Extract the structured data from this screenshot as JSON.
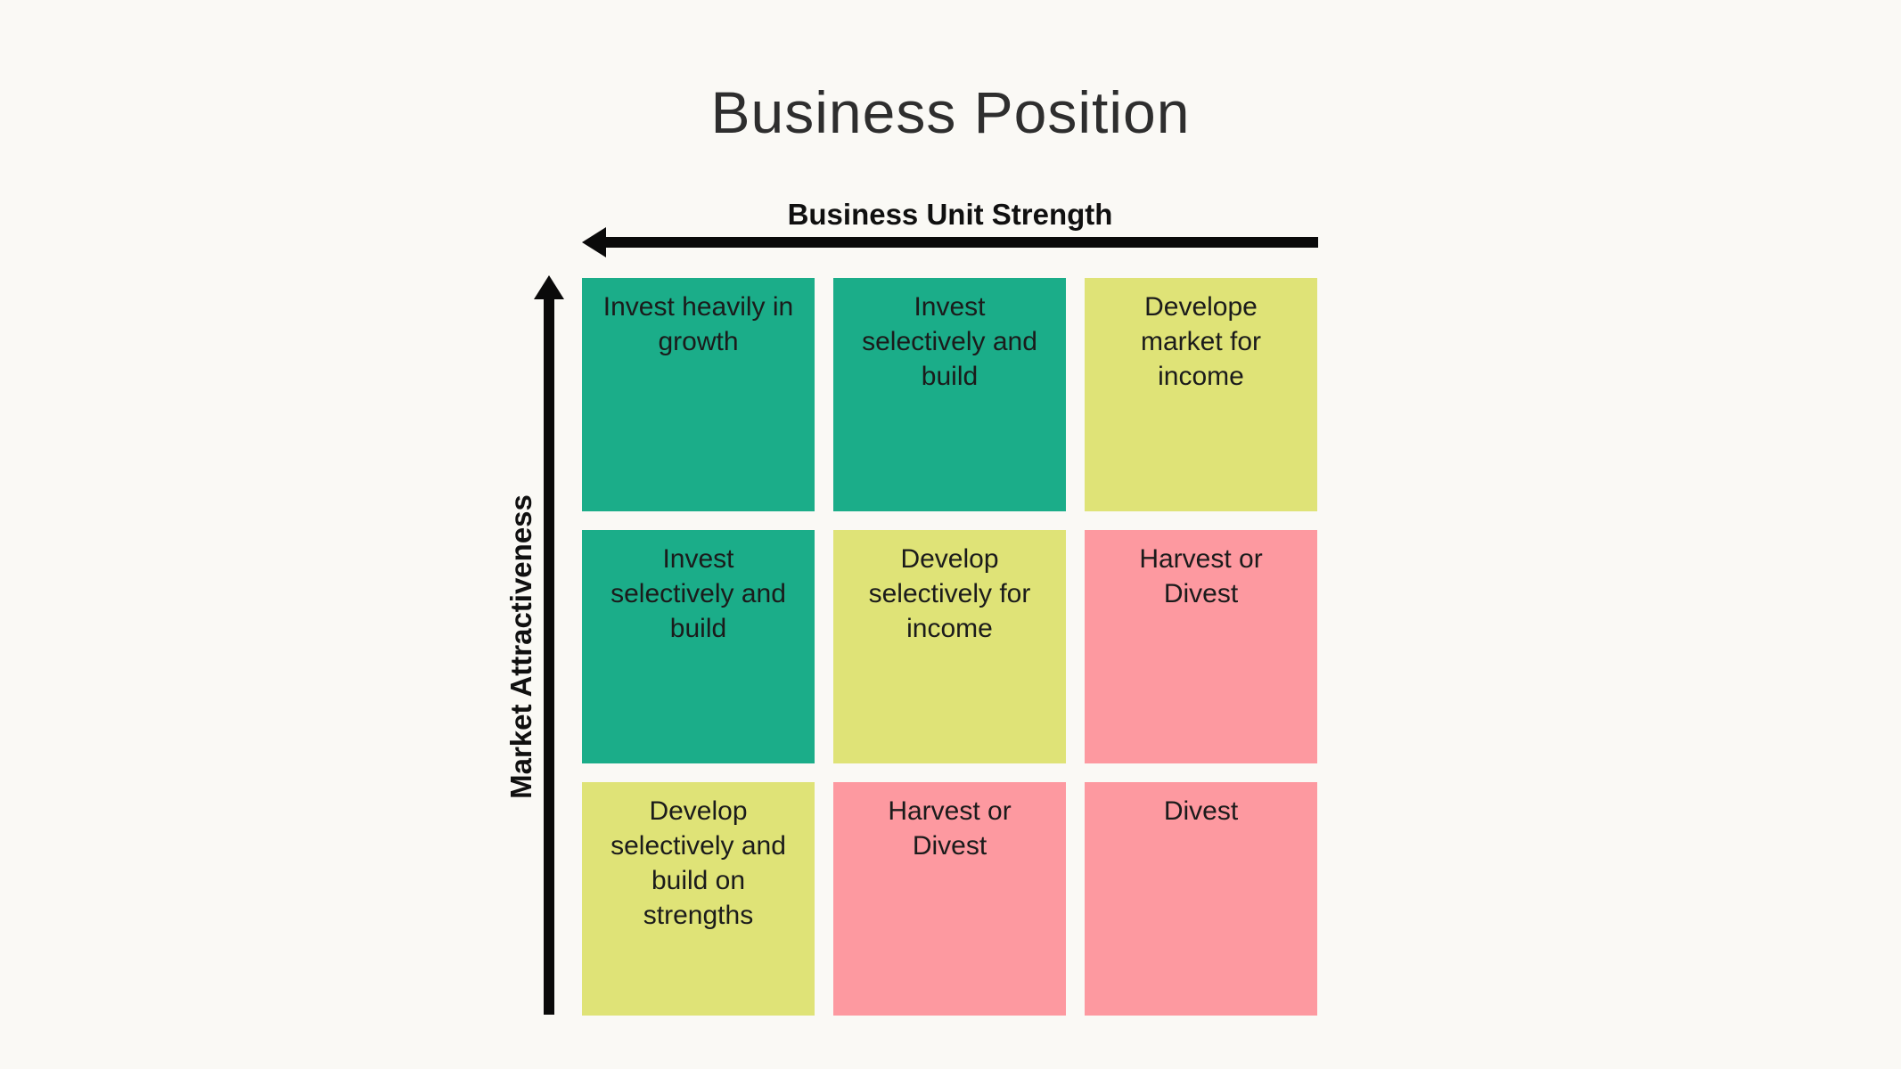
{
  "title": "Business Position",
  "axes": {
    "x_label": "Business Unit Strength",
    "x_arrow_direction": "left",
    "y_label": "Market Attractiveness",
    "y_arrow_direction": "up"
  },
  "colors": {
    "background": "#FAF9F5",
    "green": "#1BAD89",
    "yellow": "#DFE377",
    "pink": "#FD99A0",
    "arrow": "#0A0A0A",
    "title_text": "#2E2E2E",
    "cell_text": "#1B1B1B"
  },
  "matrix": {
    "type": "nine-box-matrix",
    "rows": [
      {
        "cells": [
          {
            "label": "Invest heavily in\ngrowth",
            "color": "green"
          },
          {
            "label": "Invest\nselectively and\nbuild",
            "color": "green"
          },
          {
            "label": "Develope\nmarket for\nincome",
            "color": "yellow"
          }
        ]
      },
      {
        "cells": [
          {
            "label": "Invest\nselectively and\nbuild",
            "color": "green"
          },
          {
            "label": "Develop\nselectively for\nincome",
            "color": "yellow"
          },
          {
            "label": "Harvest or\nDivest",
            "color": "pink"
          }
        ]
      },
      {
        "cells": [
          {
            "label": "Develop\nselectively and\nbuild on\nstrengths",
            "color": "yellow"
          },
          {
            "label": "Harvest or\nDivest",
            "color": "pink"
          },
          {
            "label": "Divest",
            "color": "pink"
          }
        ]
      }
    ]
  }
}
